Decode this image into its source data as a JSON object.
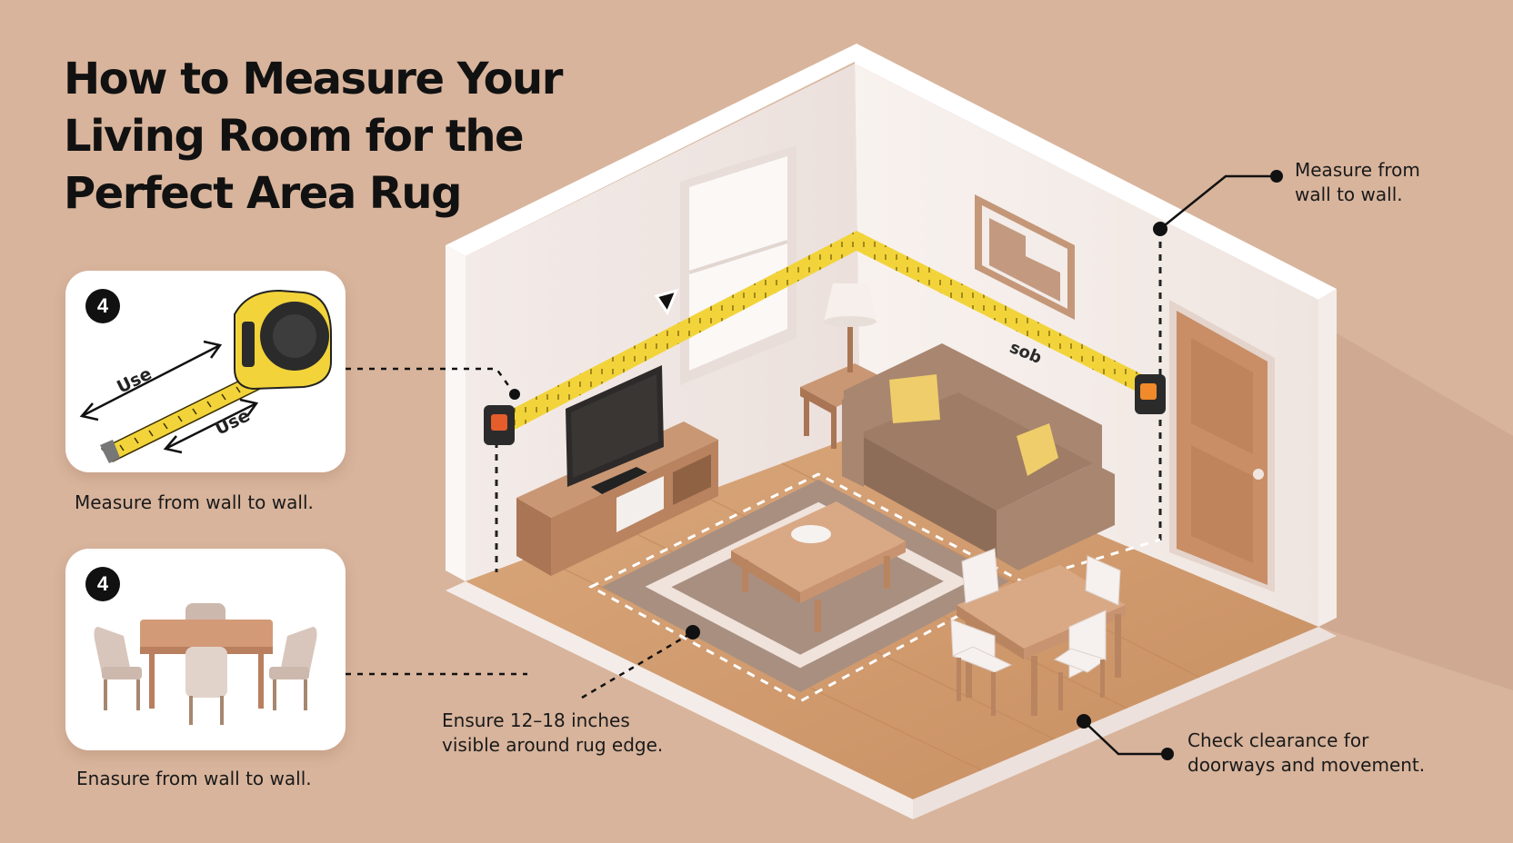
{
  "title": "How to Measure Your Living Room for the Perfect Area Rug",
  "steps": [
    {
      "badge": "4",
      "icon": "tape-measure-icon",
      "tape_labels": [
        "Use",
        "Use"
      ],
      "caption": "Measure from wall to wall."
    },
    {
      "badge": "4",
      "icon": "dining-set-icon",
      "caption": "Enasure from wall to wall."
    }
  ],
  "room": {
    "wall_tape_label": "sob"
  },
  "callouts": {
    "wall": "Measure from wall to wall.",
    "rug_edge": "Ensure 12–18 inches visible around rug edge.",
    "clearance": "Check clearance for doorways and movement."
  },
  "colors": {
    "background": "#d8b49c",
    "tape_yellow": "#f2d43a",
    "wall": "#f6efec",
    "floor": "#cf9a6c",
    "sofa": "#a88670",
    "cushion": "#efcd6a",
    "rug": "#a98f80",
    "door": "#c98e66"
  }
}
